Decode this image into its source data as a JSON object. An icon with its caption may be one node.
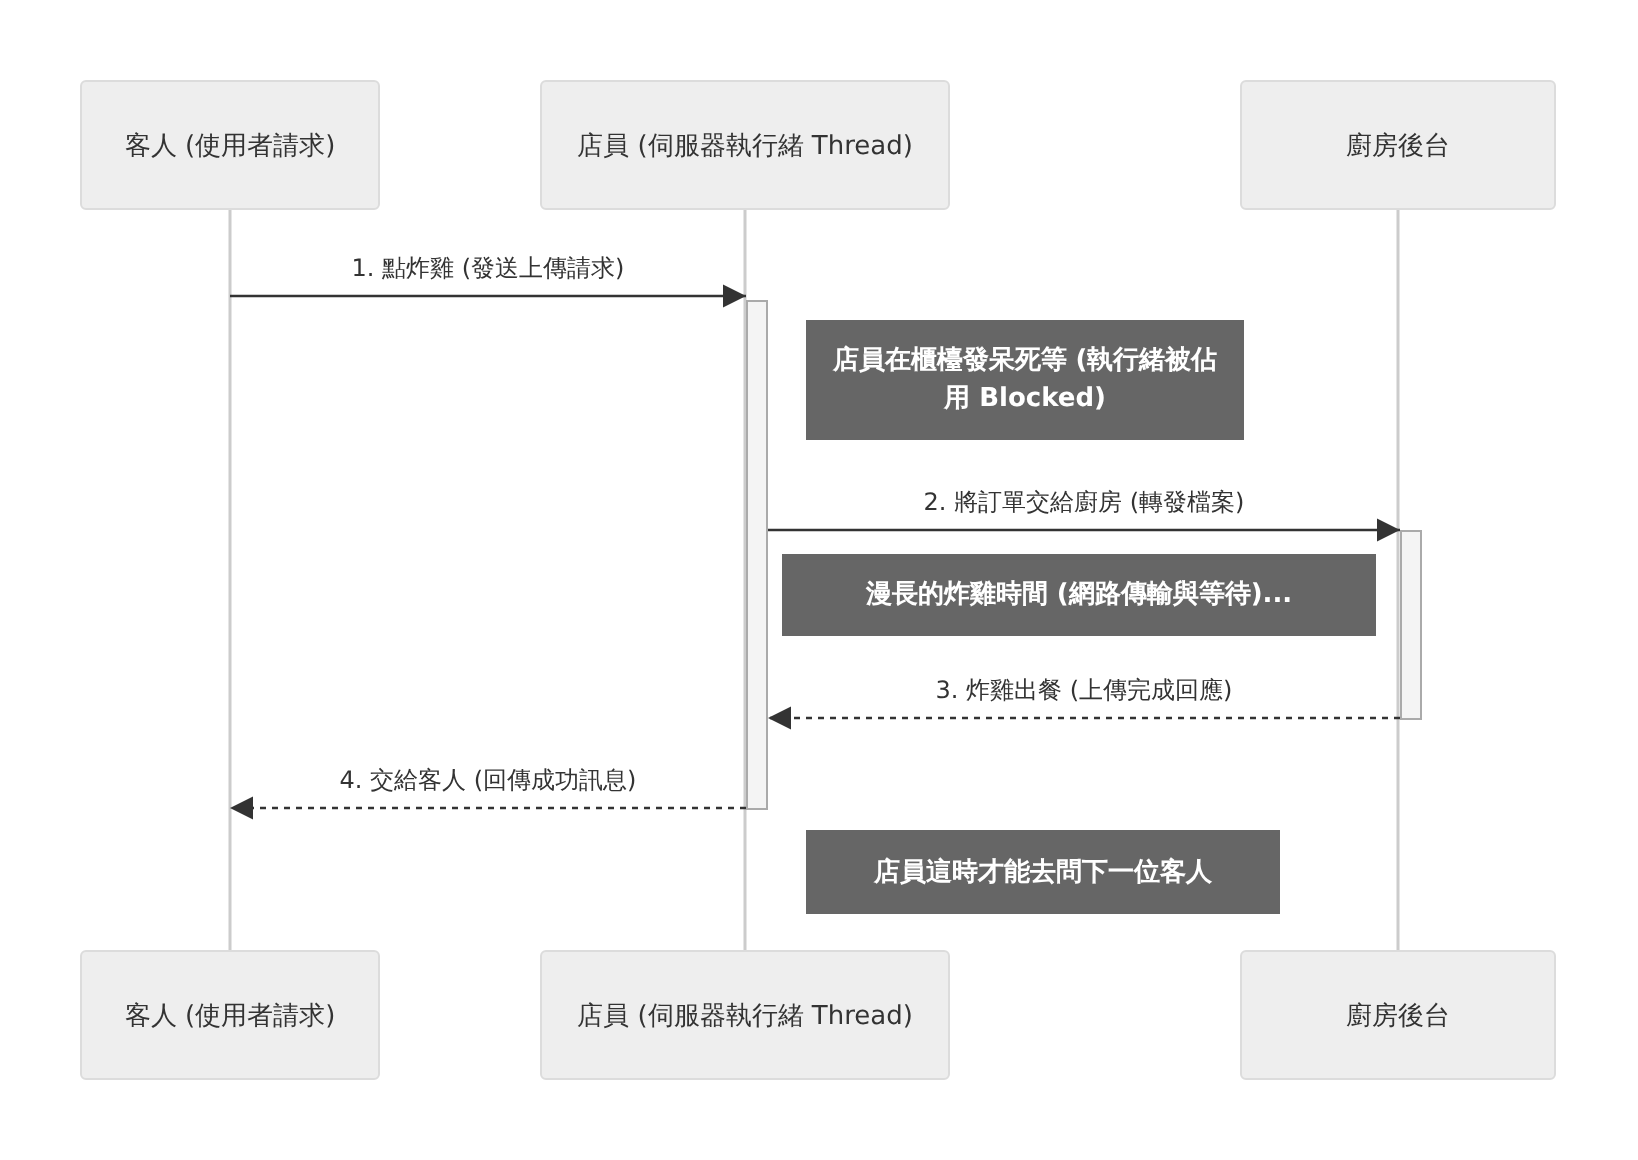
{
  "diagram": {
    "nodes": [
      {
        "text": [
          "客人 (使用者請求)"
        ]
      },
      {
        "text": [
          "店員 (伺服器執行緒 Thread)"
        ]
      },
      {
        "text": [
          "廚房後台"
        ]
      },
      {
        "text": [
          "客人 (使用者請求)"
        ]
      },
      {
        "text": [
          "店員 (伺服器執行緒 Thread)"
        ]
      },
      {
        "text": [
          "廚房後台"
        ]
      },
      {
        "text": [],
        "shape": "bar"
      },
      {
        "text": [],
        "shape": "bar"
      },
      {
        "text": [
          "店員在櫃檯發呆死等 (執行緒被佔用 Blocked)"
        ]
      },
      {
        "text": [
          "漫長的炸雞時間 (網路傳輸與等待)..."
        ]
      },
      {
        "text": [
          "店員這時才能去問下一位客人"
        ]
      }
    ],
    "edges": [
      {
        "from": 0,
        "to": 3,
        "arrow": "none",
        "color": "#cccccc"
      },
      {
        "from": 1,
        "to": 4,
        "arrow": "none",
        "color": "#cccccc"
      },
      {
        "from": 2,
        "to": 5,
        "arrow": "none",
        "color": "#cccccc"
      },
      {
        "from": null,
        "to": 6,
        "arrow": "to",
        "label": "1. 點炸雞 (發送上傳請求)"
      },
      {
        "from": 6,
        "to": 7,
        "arrow": "to",
        "label": "2. 將訂單交給廚房 (轉發檔案)"
      },
      {
        "from": 7,
        "to": 6,
        "arrow": "to",
        "label": "3. 炸雞出餐 (上傳完成回應)",
        "style": "dashed"
      },
      {
        "from": 6,
        "to": null,
        "arrow": "to",
        "label": "4. 交給客人 (回傳成功訊息)",
        "style": "dashed"
      }
    ]
  }
}
